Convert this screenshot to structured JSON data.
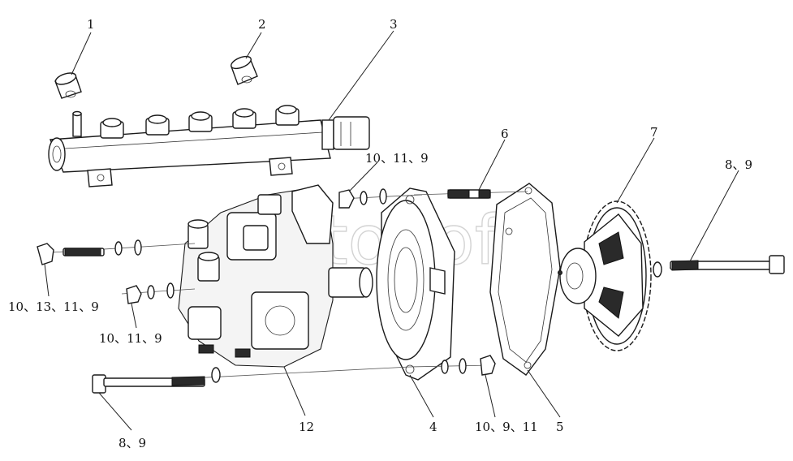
{
  "watermark": "AutoSoft",
  "callouts": {
    "c1": "1",
    "c2": "2",
    "c3": "3",
    "c4": "4",
    "c5": "5",
    "c6": "6",
    "c7": "7",
    "c8_9_right": "8、9",
    "c10_11_9_top": "10、11、9",
    "c10_13_11_9": "10、13、11、9",
    "c10_11_9_mid": "10、11、9",
    "c8_9_bottom": "8、9",
    "c12": "12",
    "c10_9_11": "10、9、11"
  }
}
